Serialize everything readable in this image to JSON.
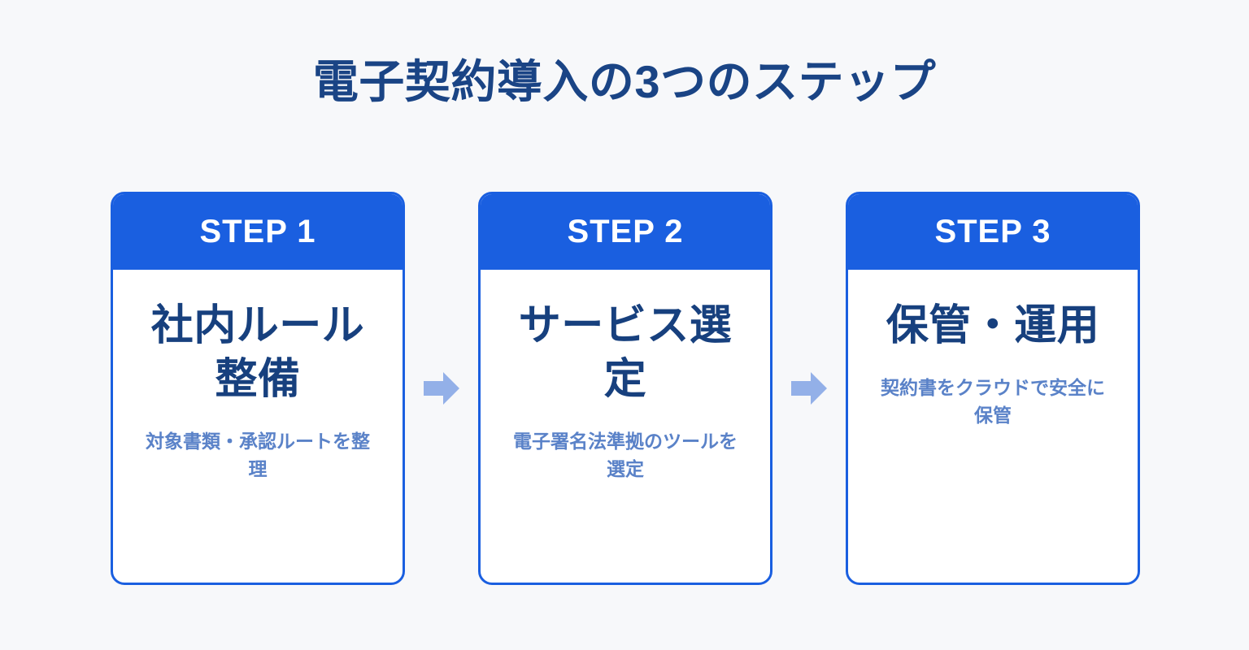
{
  "page": {
    "background_color": "#f7f8fa",
    "title": "電子契約導入の3つのステップ",
    "title_color": "#1a4485"
  },
  "theme": {
    "accent_blue": "#1a5fe0",
    "heading_navy": "#17407e",
    "caption_blue": "#5a82c8",
    "arrow_blue": "#93b0e8",
    "card_background": "#ffffff"
  },
  "steps": [
    {
      "step_label": "STEP 1",
      "heading": "社内ルール整備",
      "caption": "対象書類・承認ルートを整理"
    },
    {
      "step_label": "STEP 2",
      "heading": "サービス選定",
      "caption": "電子署名法準拠のツールを選定"
    },
    {
      "step_label": "STEP 3",
      "heading": "保管・運用",
      "caption": "契約書をクラウドで安全に保管"
    }
  ],
  "connectors": [
    {
      "icon": "arrow-right-icon"
    },
    {
      "icon": "arrow-right-icon"
    }
  ]
}
